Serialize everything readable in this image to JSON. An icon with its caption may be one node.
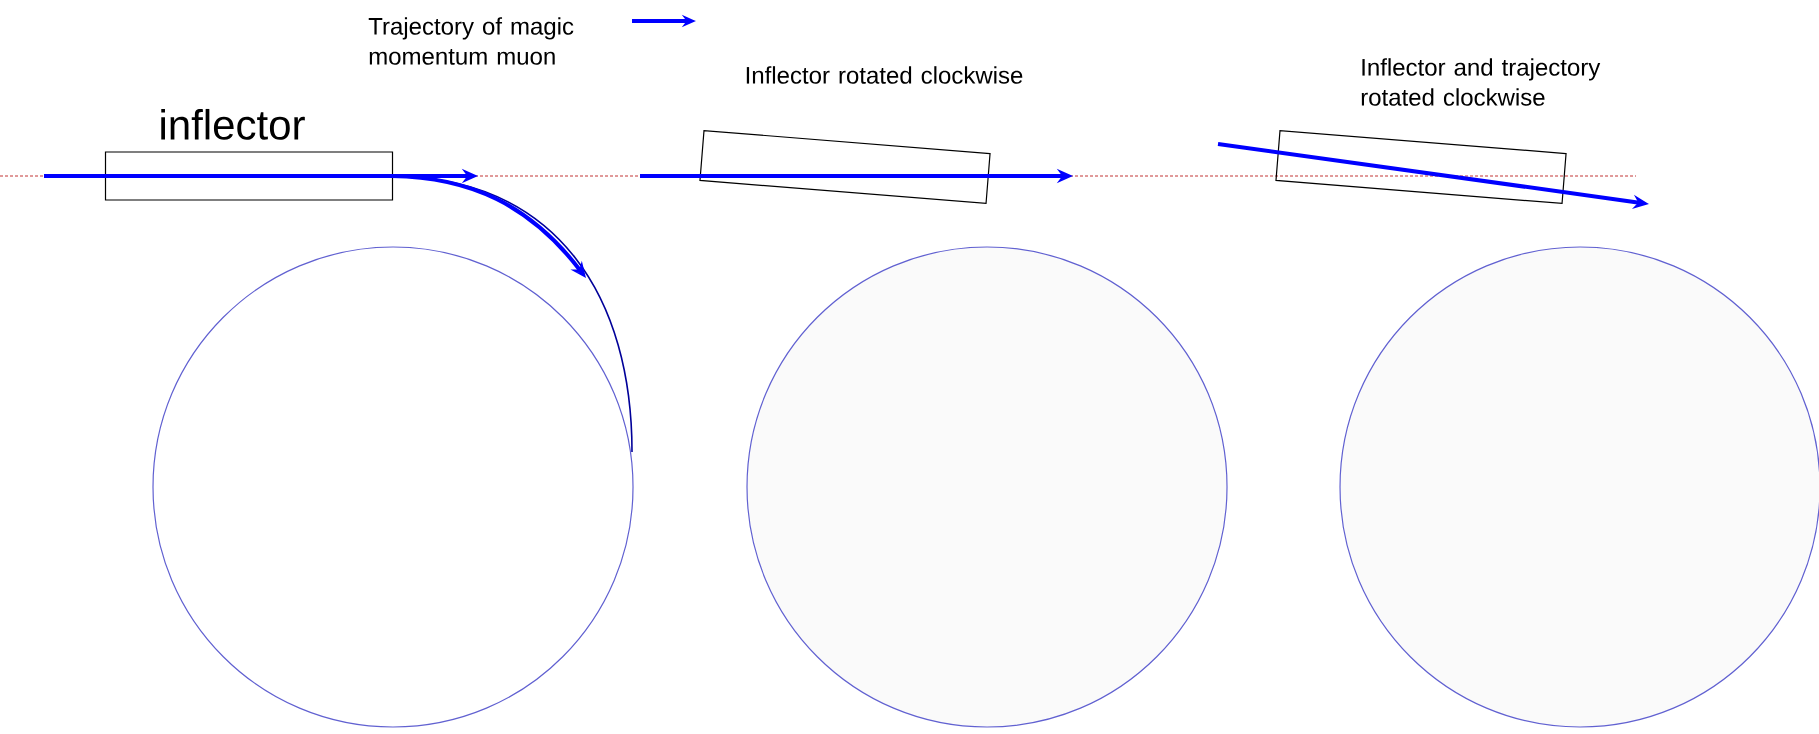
{
  "diagram": {
    "nodes": [
      {
        "text": [
          "inflector"
        ]
      },
      {
        "text": [],
        "shape": "box"
      },
      {
        "text": [],
        "shape": "box"
      },
      {
        "text": [],
        "shape": "circle"
      },
      {
        "text": [],
        "shape": "circle"
      },
      {
        "text": [],
        "shape": "circle"
      }
    ],
    "labels": [
      "Inflector rotated clockwise",
      "Inflector and trajectory rotated clockwise"
    ],
    "legend": [
      {
        "text": "Trajectory of magic momentum muon"
      }
    ]
  }
}
